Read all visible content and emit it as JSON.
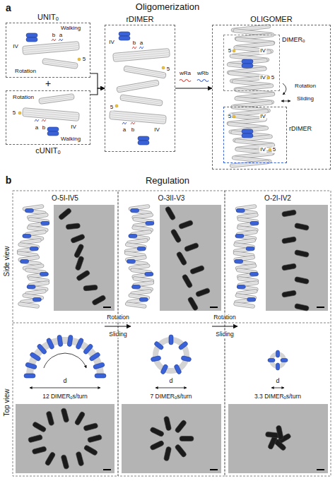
{
  "diagram": {
    "nodes": [
      {
        "text": [
          "UNITₒ"
        ]
      },
      {
        "text": [
          "cUNITₒ"
        ]
      },
      {
        "text": [
          "rDIMER"
        ]
      },
      {
        "text": [
          "OLIGOMER"
        ]
      },
      {
        "text": [
          "DIMERₒ"
        ],
        "in": 3
      },
      {
        "text": [
          "rDIMER"
        ],
        "in": 3
      },
      {
        "text": [
          "O-5I-IV5"
        ]
      },
      {
        "text": [
          "O-3II-V3"
        ]
      },
      {
        "text": [
          "O-2I-IV2"
        ]
      }
    ],
    "edges": [
      {
        "from": 0,
        "to": 2,
        "arrow": "to"
      },
      {
        "from": 1,
        "to": 2,
        "arrow": "to"
      },
      {
        "from": 2,
        "to": 3,
        "arrow": "to"
      },
      {
        "from": 6,
        "to": 7,
        "arrow": "to"
      },
      {
        "from": 7,
        "to": 8,
        "arrow": "to"
      }
    ],
    "labels": [
      "a",
      "Oligomerization",
      "Walking",
      "IV",
      "b",
      "a",
      "5",
      "Rotation",
      "+",
      "Rotation",
      "5",
      "a",
      "b",
      "IV",
      "Walking",
      "IV",
      "b",
      "a",
      "5",
      "5",
      "a",
      "b",
      "IV",
      "wRa",
      "wRb",
      "5",
      "IV",
      "IV",
      "5",
      "Rotation",
      "Sliding",
      "5",
      "IV",
      "IV",
      "5",
      "b",
      "Regulation",
      "Side view",
      "Top view",
      "Rotation",
      "Sliding",
      "Rotation",
      "Sliding",
      "12 DIMERₒs/turn",
      "d",
      "7 DIMERₒs/turn",
      "d",
      "3.3 DIMERₒs/turn",
      "d"
    ]
  }
}
